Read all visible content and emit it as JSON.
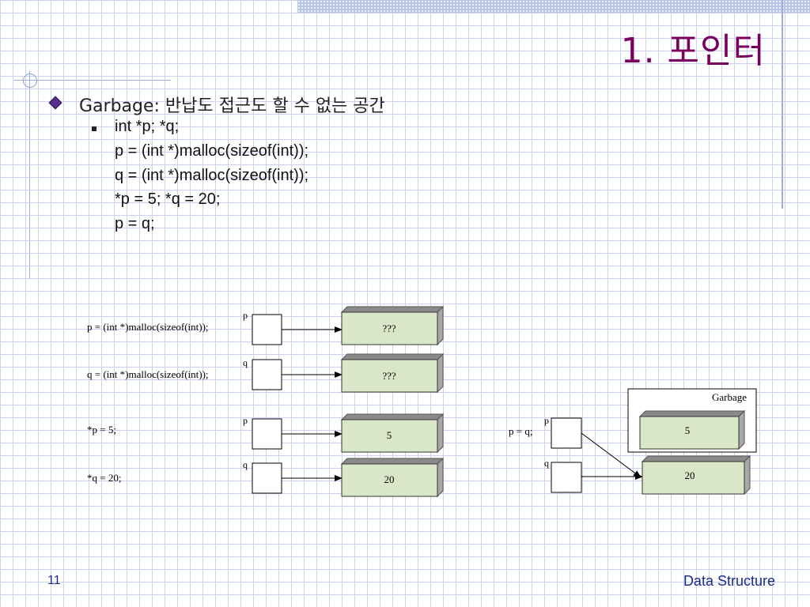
{
  "slide": {
    "title": "1. 포인터",
    "bullet": "Garbage: 반납도 접근도 할 수 없는 공간",
    "code": [
      "int *p; *q;",
      "p = (int *)malloc(sizeof(int));",
      "q = (int *)malloc(sizeof(int));",
      "*p = 5; *q = 20;",
      "p = q;"
    ],
    "page_number": "11",
    "footer": "Data Structure"
  },
  "diagram": {
    "statements": [
      "p = (int *)malloc(sizeof(int));",
      "q = (int *)malloc(sizeof(int));",
      "*p = 5;",
      "*q = 20;",
      "p = q;"
    ],
    "var_p": "p",
    "var_q": "q",
    "cell_values": [
      "???",
      "???",
      "5",
      "20"
    ],
    "final_values": [
      "5",
      "20"
    ],
    "garbage_label": "Garbage"
  }
}
